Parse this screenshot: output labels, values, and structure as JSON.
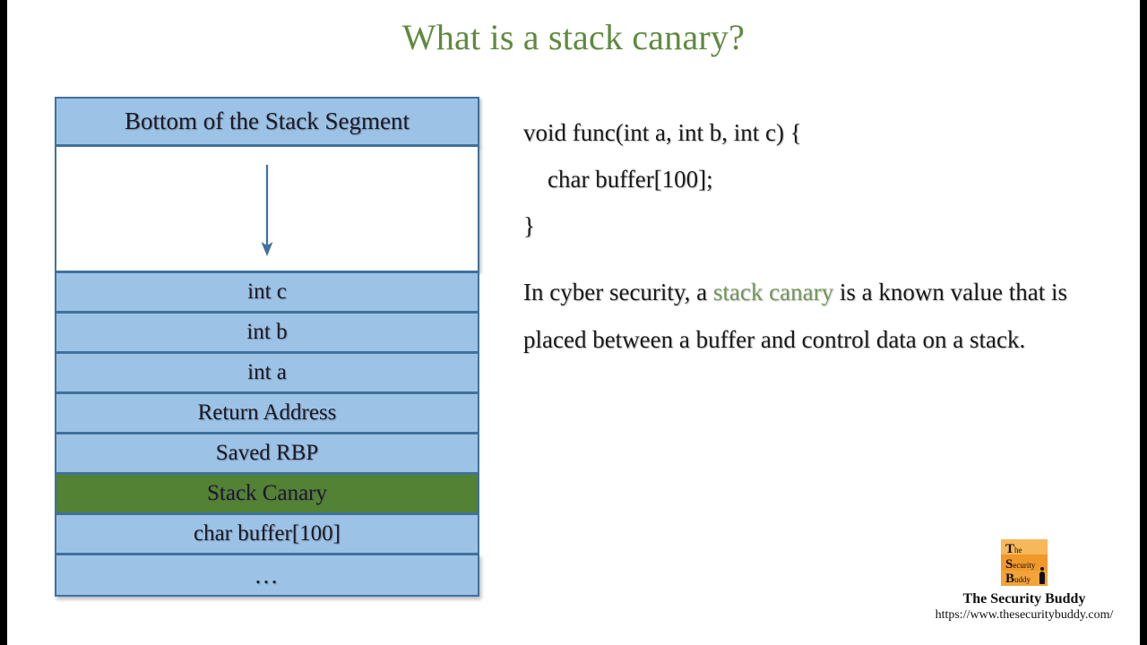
{
  "slide": {
    "title": "What is a stack canary?",
    "title_color": "#5f8a3f",
    "background": "#ffffff"
  },
  "stack_diagram": {
    "header_label": "Bottom of the Stack Segment",
    "arrow_icon": "down-arrow-icon",
    "arrow_color": "#41719c",
    "row_fill": "#9cc3e5",
    "row_border": "#41719c",
    "highlight_fill": "#538234",
    "rows": [
      {
        "label": "int c",
        "highlight": false
      },
      {
        "label": "int b",
        "highlight": false
      },
      {
        "label": "int a",
        "highlight": false
      },
      {
        "label": "Return Address",
        "highlight": false
      },
      {
        "label": "Saved RBP",
        "highlight": false
      },
      {
        "label": "Stack Canary",
        "highlight": true
      },
      {
        "label": "char buffer[100]",
        "highlight": false
      },
      {
        "label": "…",
        "highlight": false
      }
    ]
  },
  "code": {
    "lines": [
      "void func(int a, int b, int c) {",
      "    char buffer[100];",
      "}"
    ]
  },
  "paragraph": {
    "before": "In cyber security, a ",
    "highlight": "stack canary",
    "highlight_color": "#74965a",
    "after": " is a known value that is placed between a buffer and control data on a stack."
  },
  "logo": {
    "mark_rows": [
      {
        "initial": "T",
        "rest": "he"
      },
      {
        "initial": "S",
        "rest": "ecurity"
      },
      {
        "initial": "B",
        "rest": "uddy"
      }
    ],
    "mark_color": "#f2a93b",
    "name": "The Security Buddy",
    "url": "https://www.thesecuritybuddy.com/"
  }
}
